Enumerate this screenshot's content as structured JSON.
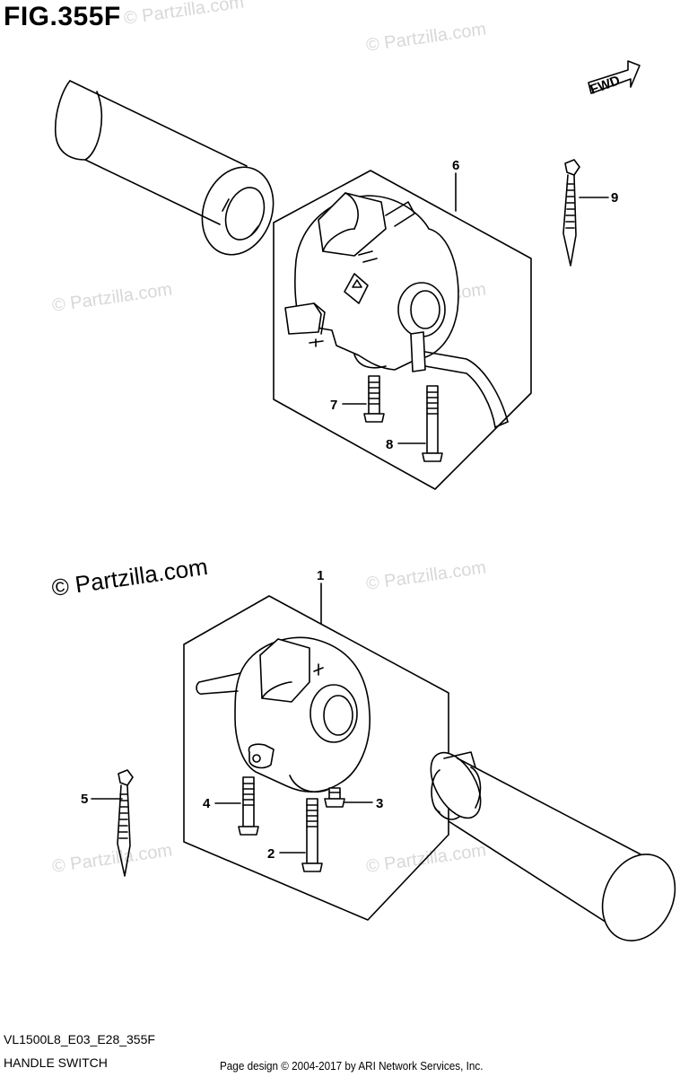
{
  "figure": {
    "title": "FIG.355F",
    "code": "VL1500L8_E03_E28_355F",
    "name": "HANDLE SWITCH",
    "credit": "Page design © 2004-2017 by ARI Network Services, Inc.",
    "fwd_label": "FWD"
  },
  "watermarks": {
    "text": "© Partzilla.com"
  },
  "callouts": {
    "c1": "1",
    "c2": "2",
    "c3": "3",
    "c4": "4",
    "c5": "5",
    "c6": "6",
    "c7": "7",
    "c8": "8",
    "c9": "9"
  }
}
